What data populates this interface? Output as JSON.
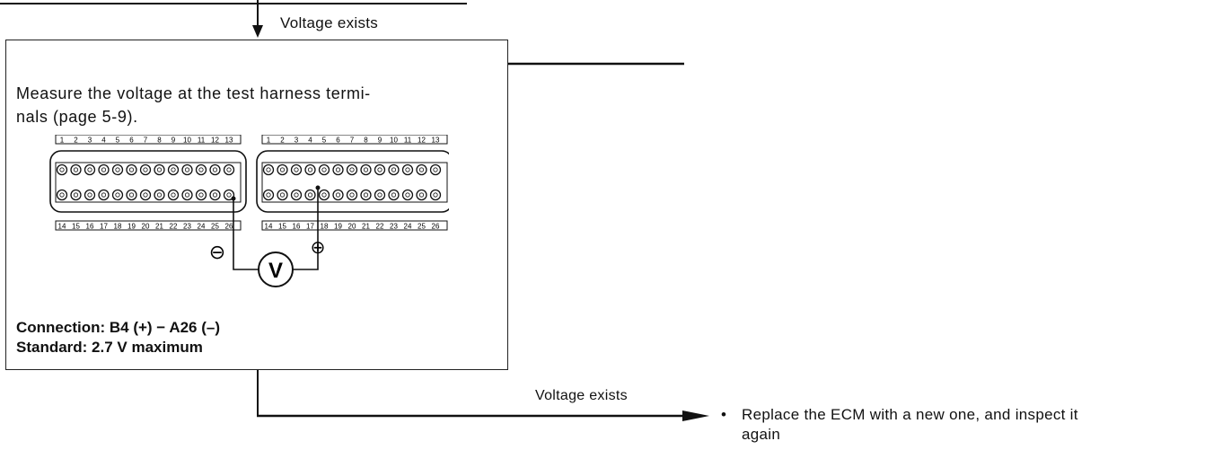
{
  "flow_top": {
    "label": "Voltage exists"
  },
  "step": {
    "instruction_line1": "Measure the voltage at the test harness termi-",
    "instruction_line2": "nals (page 5-9).",
    "connection": "Connection: B4 (+) − A26 (–)",
    "standard": "Standard: 2.7 V maximum"
  },
  "diagram": {
    "meter_symbol": "V",
    "negative_symbol": "⊖",
    "positive_symbol": "⊕",
    "connector_a_top_pins": [
      "1",
      "2",
      "3",
      "4",
      "5",
      "6",
      "7",
      "8",
      "9",
      "10",
      "11",
      "12",
      "13"
    ],
    "connector_a_bottom_pins": [
      "14",
      "15",
      "16",
      "17",
      "18",
      "19",
      "20",
      "21",
      "22",
      "23",
      "24",
      "25",
      "26"
    ],
    "connector_b_top_pins": [
      "1",
      "2",
      "3",
      "4",
      "5",
      "6",
      "7",
      "8",
      "9",
      "10",
      "11",
      "12",
      "13"
    ],
    "connector_b_bottom_pins": [
      "14",
      "15",
      "16",
      "17",
      "18",
      "19",
      "20",
      "21",
      "22",
      "23",
      "24",
      "25",
      "26"
    ]
  },
  "flow_bottom": {
    "label": "Voltage exists"
  },
  "result": {
    "bullet": "•",
    "line1": "Replace the ECM with a new one, and inspect it",
    "line2": "again"
  }
}
